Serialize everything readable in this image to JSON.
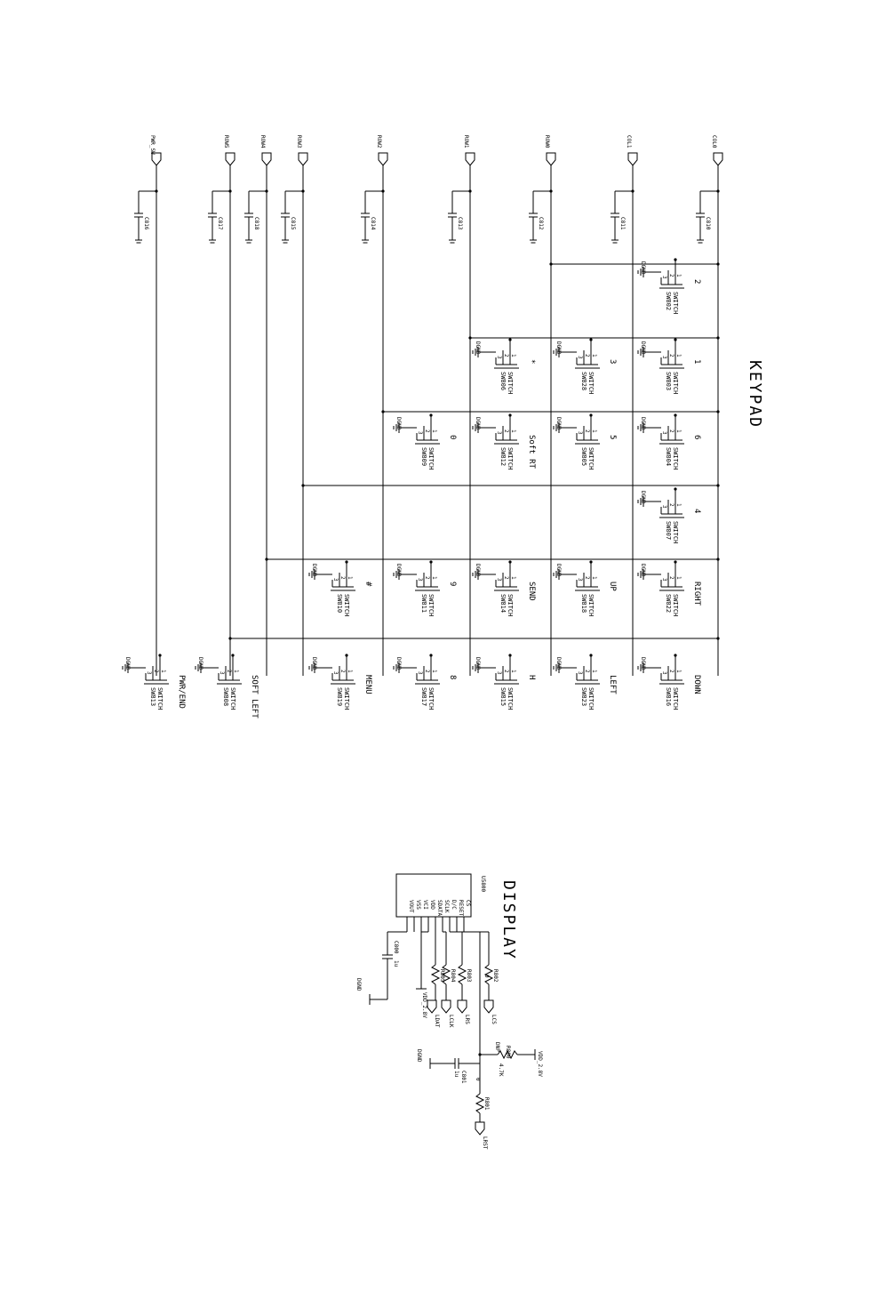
{
  "keypad": {
    "title": "KEYPAD",
    "nets": [
      "PWR_SW",
      "ROW5",
      "ROW4",
      "ROW3",
      "ROW2",
      "ROW1",
      "ROW0",
      "COL1",
      "COL0"
    ],
    "caps": [
      {
        "ref": "C816",
        "net": "PWR_SW"
      },
      {
        "ref": "C817",
        "net": "ROW5"
      },
      {
        "ref": "C818",
        "net": "ROW4"
      },
      {
        "ref": "C815",
        "net": "ROW3"
      },
      {
        "ref": "C814",
        "net": "ROW2"
      },
      {
        "ref": "C813",
        "net": "ROW1"
      },
      {
        "ref": "C812",
        "net": "ROW0"
      },
      {
        "ref": "C811",
        "net": "COL1"
      },
      {
        "ref": "C810",
        "net": "COL0"
      }
    ],
    "switches": [
      {
        "ref": "SW802",
        "type": "SWITCH",
        "key": "2"
      },
      {
        "ref": "SW806",
        "type": "SWITCH",
        "key": "*"
      },
      {
        "ref": "SW828",
        "type": "SWITCH",
        "key": "3"
      },
      {
        "ref": "SW803",
        "type": "SWITCH",
        "key": "1"
      },
      {
        "ref": "SW809",
        "type": "SWITCH",
        "key": "0"
      },
      {
        "ref": "SW812",
        "type": "SWITCH",
        "key": "Soft RT"
      },
      {
        "ref": "SW805",
        "type": "SWITCH",
        "key": "5"
      },
      {
        "ref": "SW804",
        "type": "SWITCH",
        "key": "6"
      },
      {
        "ref": "SW807",
        "type": "SWITCH",
        "key": "4"
      },
      {
        "ref": "SW810",
        "type": "SWITCH",
        "key": "#"
      },
      {
        "ref": "SW811",
        "type": "SWITCH",
        "key": "9"
      },
      {
        "ref": "SW814",
        "type": "SWITCH",
        "key": "SEND"
      },
      {
        "ref": "SW818",
        "type": "SWITCH",
        "key": "UP"
      },
      {
        "ref": "SW822",
        "type": "SWITCH",
        "key": "RIGHT"
      },
      {
        "ref": "SW813",
        "type": "SWITCH",
        "key": "PWR/END"
      },
      {
        "ref": "SW808",
        "type": "SWITCH",
        "key": "SOFT LEFT"
      },
      {
        "ref": "SW819",
        "type": "SWITCH",
        "key": "MENU"
      },
      {
        "ref": "SW817",
        "type": "SWITCH",
        "key": "8"
      },
      {
        "ref": "SW815",
        "type": "SWITCH",
        "key": "H"
      },
      {
        "ref": "SW823",
        "type": "SWITCH",
        "key": "LEFT"
      },
      {
        "ref": "SW816",
        "type": "SWITCH",
        "key": "DOWN"
      }
    ],
    "gnd": "DGND"
  },
  "display": {
    "title": "DISPLAY",
    "part": "U5800",
    "pins": [
      "CS",
      "RESET",
      "D/C",
      "SCLK",
      "SDATA",
      "VDD",
      "VCI",
      "VSS",
      "VOUT"
    ],
    "cap_c800": "C800",
    "cap_c800_val": "1u",
    "cap_c801": "C801",
    "cap_c801_val": "1u",
    "gnd": "DGND",
    "supply": "VDD_2.8V",
    "supply2": "VDD_2.8V",
    "resistors": [
      {
        "ref": "R805",
        "val": "0"
      },
      {
        "ref": "R804",
        "val": "0"
      },
      {
        "ref": "R803",
        "val": "0"
      },
      {
        "ref": "R802",
        "val": "0"
      },
      {
        "ref": "R801",
        "val": "0"
      },
      {
        "ref": "R800",
        "val": "4.7K"
      }
    ],
    "dnp": "DNP",
    "nets": [
      "LDAT",
      "LCLK",
      "LRS",
      "LCS",
      "LRST"
    ]
  }
}
